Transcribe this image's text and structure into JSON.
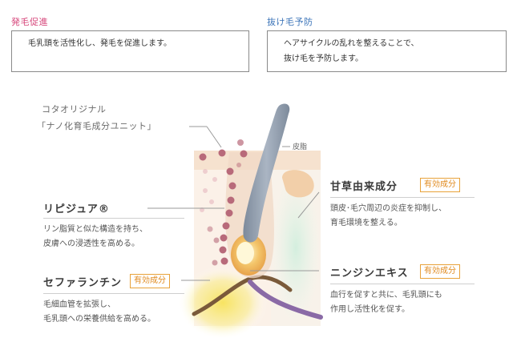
{
  "left_box": {
    "title": "発毛促進",
    "title_color": "#d6457a",
    "text": "毛乳頭を活性化し、発毛を促進します。"
  },
  "right_box": {
    "title": "抜け毛予防",
    "title_color": "#3a73b8",
    "line1": "ヘアサイクルの乱れを整えることで、",
    "line2": "抜け毛を予防します。"
  },
  "diagram": {
    "caption1": "コタオリジナル",
    "caption2": "「ナノ化育毛成分ユニット」",
    "skin_label": "皮脂"
  },
  "ingredients": {
    "lipijua": {
      "name": "リピジュア®",
      "desc1": "リン脂質と似た構造を持ち、",
      "desc2": "皮膚への浸透性を高める。"
    },
    "sefaranthin": {
      "name": "セファランチン",
      "badge": "有効成分",
      "desc1": "毛細血管を拡張し、",
      "desc2": "毛乳頭への栄養供給を高める。"
    },
    "kanzou": {
      "name": "甘草由来成分",
      "badge": "有効成分",
      "desc1": "頭皮･毛穴周辺の炎症を抑制し、",
      "desc2": "育毛環境を整える。"
    },
    "ninjin": {
      "name": "ニンジンエキス",
      "badge": "有効成分",
      "desc1": "血行を促すと共に、毛乳頭にも",
      "desc2": "作用し活性化を促す。"
    }
  },
  "colors": {
    "badge_border": "#e8a23a",
    "hair_shaft": "#8a96a6",
    "nano_dots": "#b86a7a",
    "vessel_purple": "#8a6aa6",
    "vessel_brown": "#7a5a3a",
    "skin_peach": "#f6e2cf"
  }
}
